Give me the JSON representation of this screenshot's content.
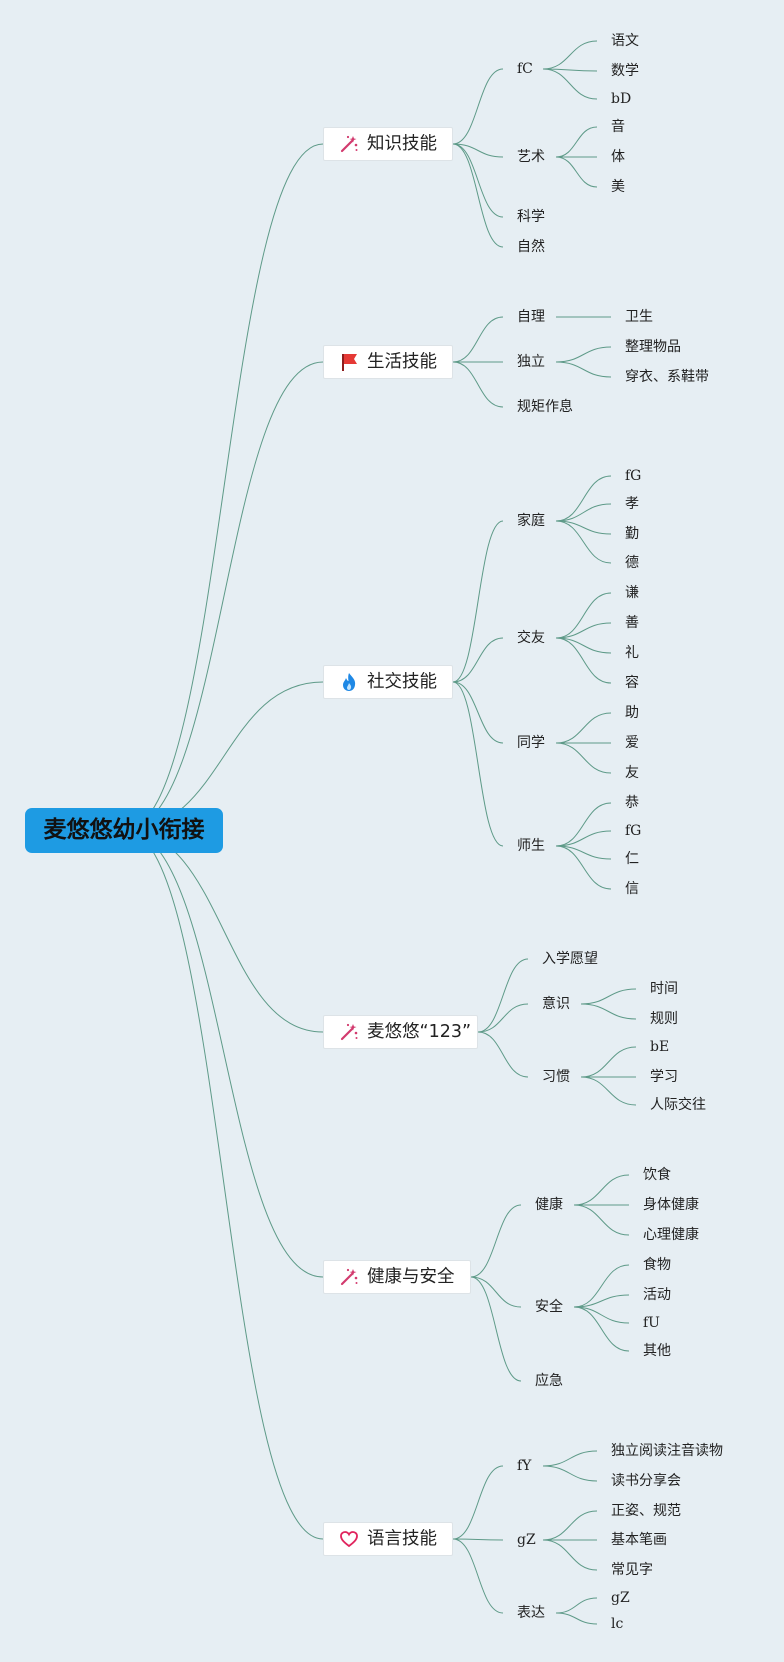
{
  "root": {
    "label": "麦悠悠幼小衔接"
  },
  "branches": [
    {
      "label": "知识技能",
      "icon": "wand-icon",
      "children": [
        {
          "label": "fC",
          "children": [
            "语文",
            "数学",
            "bD"
          ]
        },
        {
          "label": "艺术",
          "children": [
            "音",
            "体",
            "美"
          ]
        },
        {
          "label": "科学",
          "children": []
        },
        {
          "label": "自然",
          "children": []
        }
      ]
    },
    {
      "label": "生活技能",
      "icon": "flag-icon",
      "children": [
        {
          "label": "自理",
          "children": [
            "卫生"
          ]
        },
        {
          "label": "独立",
          "children": [
            "整理物品",
            "穿衣、系鞋带"
          ]
        },
        {
          "label": "规矩作息",
          "children": []
        }
      ]
    },
    {
      "label": "社交技能",
      "icon": "flame-icon",
      "children": [
        {
          "label": "家庭",
          "children": [
            "fG",
            "孝",
            "勤",
            "德"
          ]
        },
        {
          "label": "交友",
          "children": [
            "谦",
            "善",
            "礼",
            "容"
          ]
        },
        {
          "label": "同学",
          "children": [
            "助",
            "爱",
            "友"
          ]
        },
        {
          "label": "师生",
          "children": [
            "恭",
            "fG",
            "仁",
            "信"
          ]
        }
      ]
    },
    {
      "label": "麦悠悠“123”",
      "icon": "wand-icon",
      "children": [
        {
          "label": "入学愿望",
          "children": []
        },
        {
          "label": "意识",
          "children": [
            "时间",
            "规则"
          ]
        },
        {
          "label": "习惯",
          "children": [
            "bE",
            "学习",
            "人际交往"
          ]
        }
      ]
    },
    {
      "label": "健康与安全",
      "icon": "wand-icon",
      "children": [
        {
          "label": "健康",
          "children": [
            "饮食",
            "身体健康",
            "心理健康"
          ]
        },
        {
          "label": "安全",
          "children": [
            "食物",
            "活动",
            "fU",
            "其他"
          ]
        },
        {
          "label": "应急",
          "children": []
        }
      ]
    },
    {
      "label": "语言技能",
      "icon": "heart-icon",
      "children": [
        {
          "label": "fY",
          "children": [
            "独立阅读注音读物",
            "读书分享会"
          ]
        },
        {
          "label": "gZ",
          "children": [
            "正姿、规范",
            "基本笔画",
            "常见字"
          ]
        },
        {
          "label": "表达",
          "children": [
            "gZ",
            "lc"
          ]
        }
      ]
    }
  ],
  "colors": {
    "background": "#e6eef3",
    "root": "#1e9be3",
    "connector": "#5e9a88",
    "wand": "#d23a6e",
    "flag": "#e53935",
    "flame": "#1e88e5",
    "heart": "#e0245e"
  }
}
